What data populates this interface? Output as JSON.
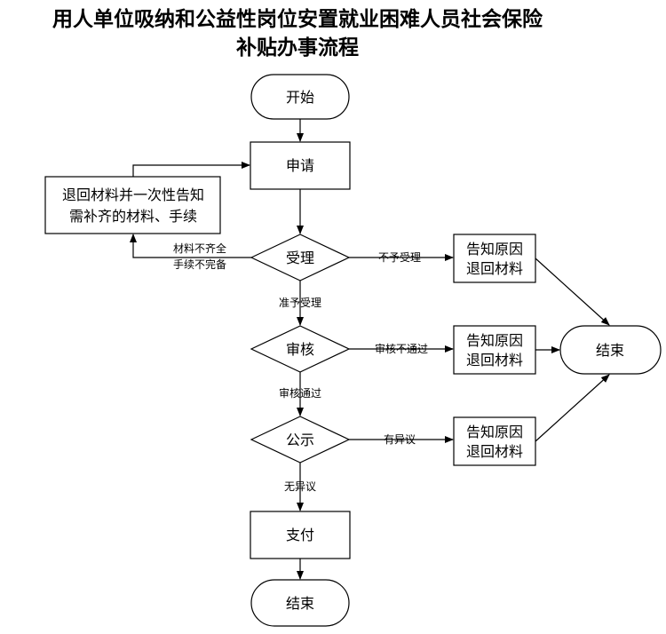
{
  "title": {
    "line1": "用人单位吸纳和公益性岗位安置就业困难人员社会保险",
    "line2": "补贴办事流程"
  },
  "nodes": {
    "start": "开始",
    "apply": "申请",
    "return_materials_line1": "退回材料并一次性告知",
    "return_materials_line2": "需补齐的材料、手续",
    "accept": "受理",
    "review": "审核",
    "publicize": "公示",
    "notify1_line1": "告知原因",
    "notify1_line2": "退回材料",
    "notify2_line1": "告知原因",
    "notify2_line2": "退回材料",
    "notify3_line1": "告知原因",
    "notify3_line2": "退回材料",
    "end_right": "结束",
    "pay": "支付",
    "end_bottom": "结束"
  },
  "edges": {
    "incomplete_line1": "材料不齐全",
    "incomplete_line2": "手续不完备",
    "not_accepted": "不予受理",
    "accepted": "准予受理",
    "review_failed": "审核不通过",
    "review_passed": "审核通过",
    "objection": "有异议",
    "no_objection": "无异议"
  }
}
